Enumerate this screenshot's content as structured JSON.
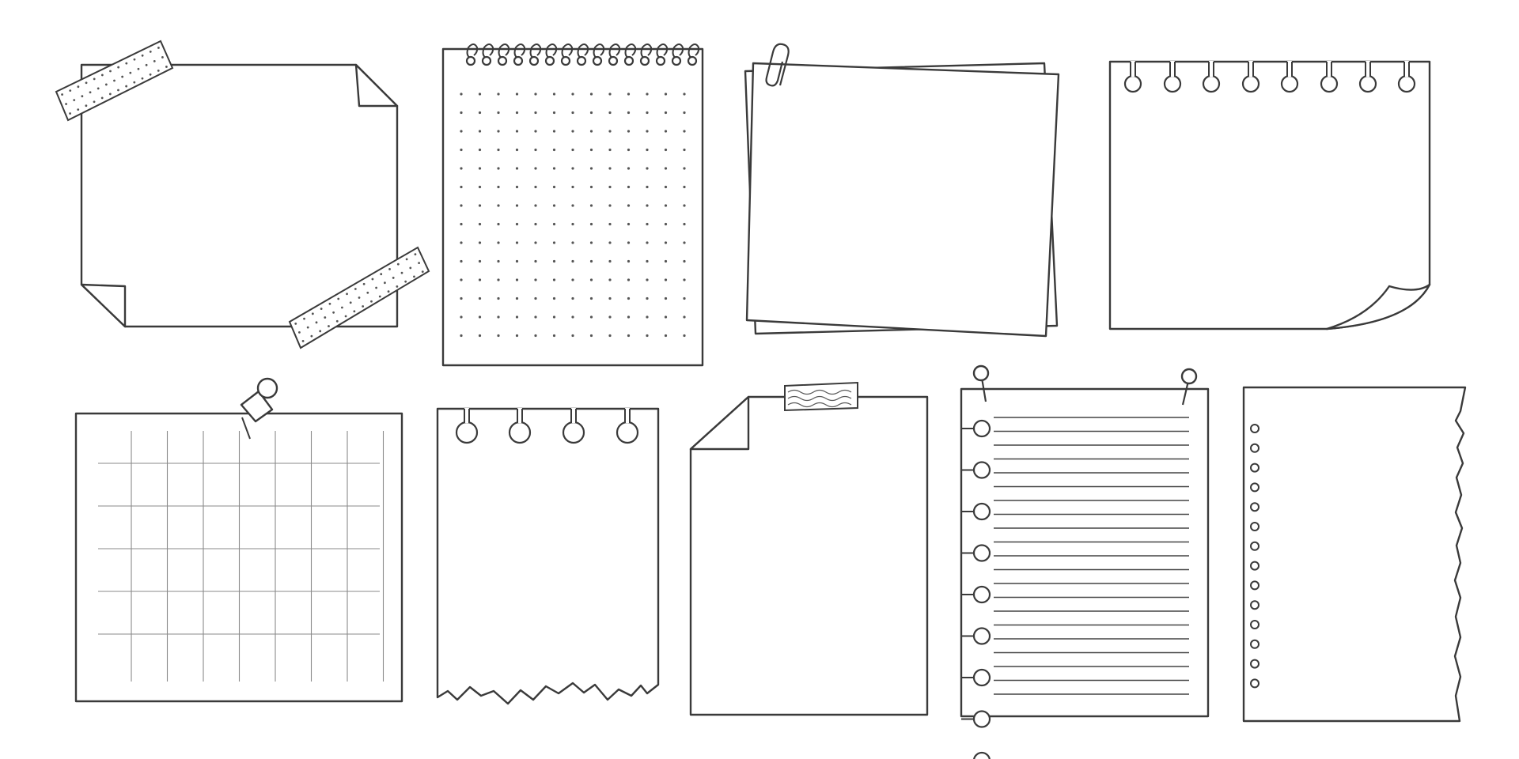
{
  "canvas": {
    "background": "#ffffff",
    "ink": "#3a3a3a"
  },
  "notes": [
    {
      "name": "taped-sticky-note",
      "kind": "two-washi-tapes-folded-corners"
    },
    {
      "name": "spiral-dotted-notepad",
      "kind": "spiral-binding-dot-grid"
    },
    {
      "name": "paperclip-note-stack",
      "kind": "stacked-sheets-paperclip"
    },
    {
      "name": "ring-torn-curled-note",
      "kind": "ring-holes-curled-corner"
    },
    {
      "name": "pinned-grid-note",
      "kind": "pushpin-square-grid"
    },
    {
      "name": "torn-ring-note",
      "kind": "ring-holes-torn-bottom"
    },
    {
      "name": "folded-corner-taped-note",
      "kind": "folded-top-left-wavy-tape"
    },
    {
      "name": "lined-pinned-notebook-page",
      "kind": "two-pins-lined-side-holes"
    },
    {
      "name": "torn-edge-hole-punched-page",
      "kind": "hole-punched-torn-right-edge"
    }
  ],
  "icons": [
    "washi-tape-icon",
    "spiral-ring-icon",
    "paperclip-icon",
    "pushpin-icon",
    "ring-hole-icon"
  ]
}
